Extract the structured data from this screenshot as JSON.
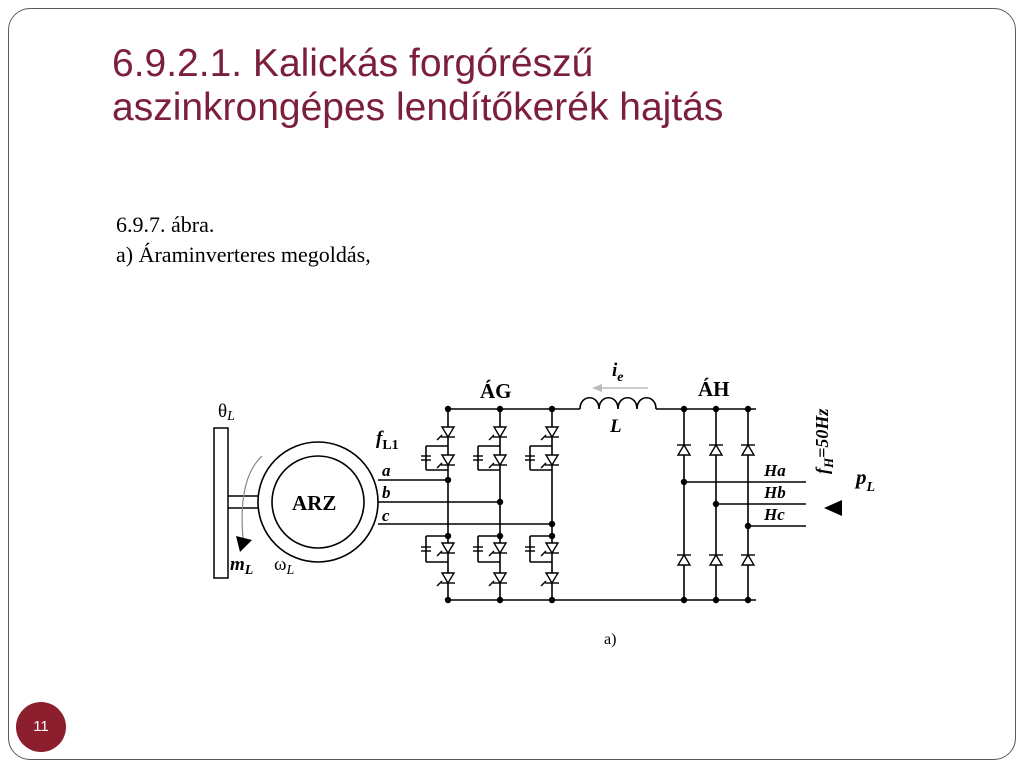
{
  "title": {
    "line1": "6.9.2.1. Kalickás forgórészű",
    "line2": "aszinkrongépes lendítőkerék hajtás"
  },
  "caption": {
    "line1": "6.9.7. ábra.",
    "line2": "a) Áraminverteres megoldás,"
  },
  "diagram": {
    "theta": "θ",
    "theta_sub": "L",
    "machine": "ARZ",
    "m": "m",
    "m_sub": "L",
    "omega": "ω",
    "omega_sub": "L",
    "f": "f",
    "f_sub": "L1",
    "phase_a": "a",
    "phase_b": "b",
    "phase_c": "c",
    "rectifier_g": "ÁG",
    "rectifier_h": "ÁH",
    "i": "i",
    "i_sub": "e",
    "inductor": "L",
    "grid_a": "Ha",
    "grid_b": "Hb",
    "grid_c": "Hc",
    "freq_f": "f",
    "freq_sub": "H",
    "freq_val": "=50Hz",
    "p": "p",
    "p_sub": "L",
    "sublabel": "a)"
  },
  "page_number": "11",
  "colors": {
    "title": "#7b1f3a",
    "badge": "#8d1e2e"
  }
}
